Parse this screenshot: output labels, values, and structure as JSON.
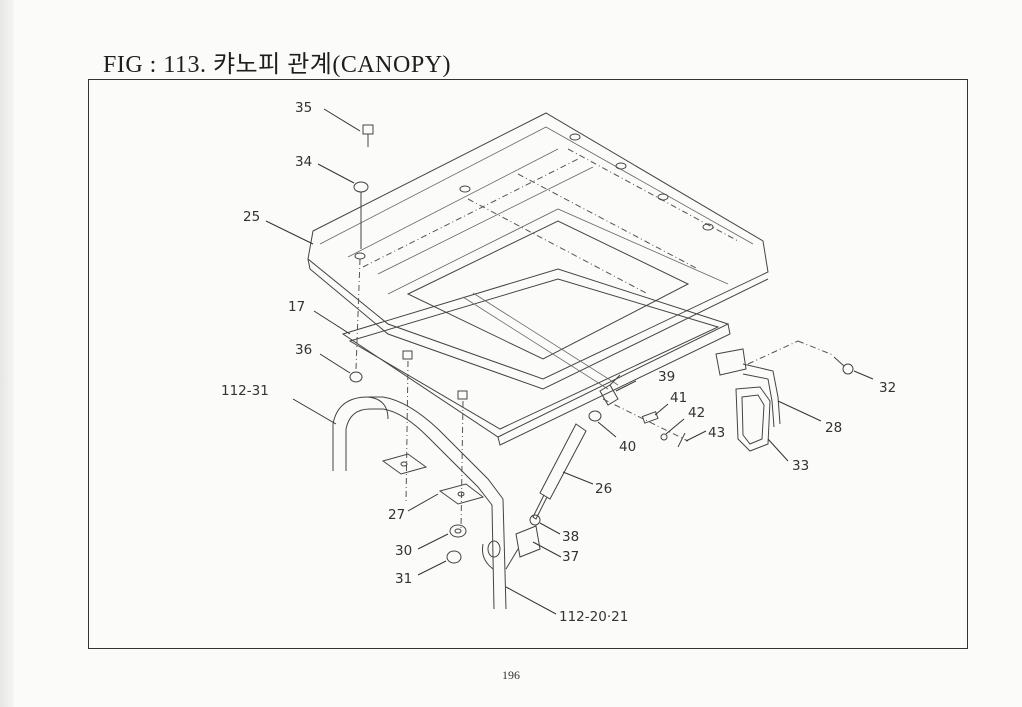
{
  "figure": {
    "title": "FIG : 113. 캬노피 관계(CANOPY)",
    "page_number": "196"
  },
  "callouts": [
    {
      "id": "c35",
      "text": "35"
    },
    {
      "id": "c34",
      "text": "34"
    },
    {
      "id": "c25",
      "text": "25"
    },
    {
      "id": "c17",
      "text": "17"
    },
    {
      "id": "c36",
      "text": "36"
    },
    {
      "id": "c112_31",
      "text": "112-31"
    },
    {
      "id": "c27",
      "text": "27"
    },
    {
      "id": "c30",
      "text": "30"
    },
    {
      "id": "c31",
      "text": "31"
    },
    {
      "id": "c112_20_21",
      "text": "112-20·21"
    },
    {
      "id": "c37",
      "text": "37"
    },
    {
      "id": "c38",
      "text": "38"
    },
    {
      "id": "c26",
      "text": "26"
    },
    {
      "id": "c40",
      "text": "40"
    },
    {
      "id": "c39",
      "text": "39"
    },
    {
      "id": "c41",
      "text": "41"
    },
    {
      "id": "c42",
      "text": "42"
    },
    {
      "id": "c43",
      "text": "43"
    },
    {
      "id": "c28",
      "text": "28"
    },
    {
      "id": "c33",
      "text": "33"
    },
    {
      "id": "c32",
      "text": "32"
    }
  ]
}
